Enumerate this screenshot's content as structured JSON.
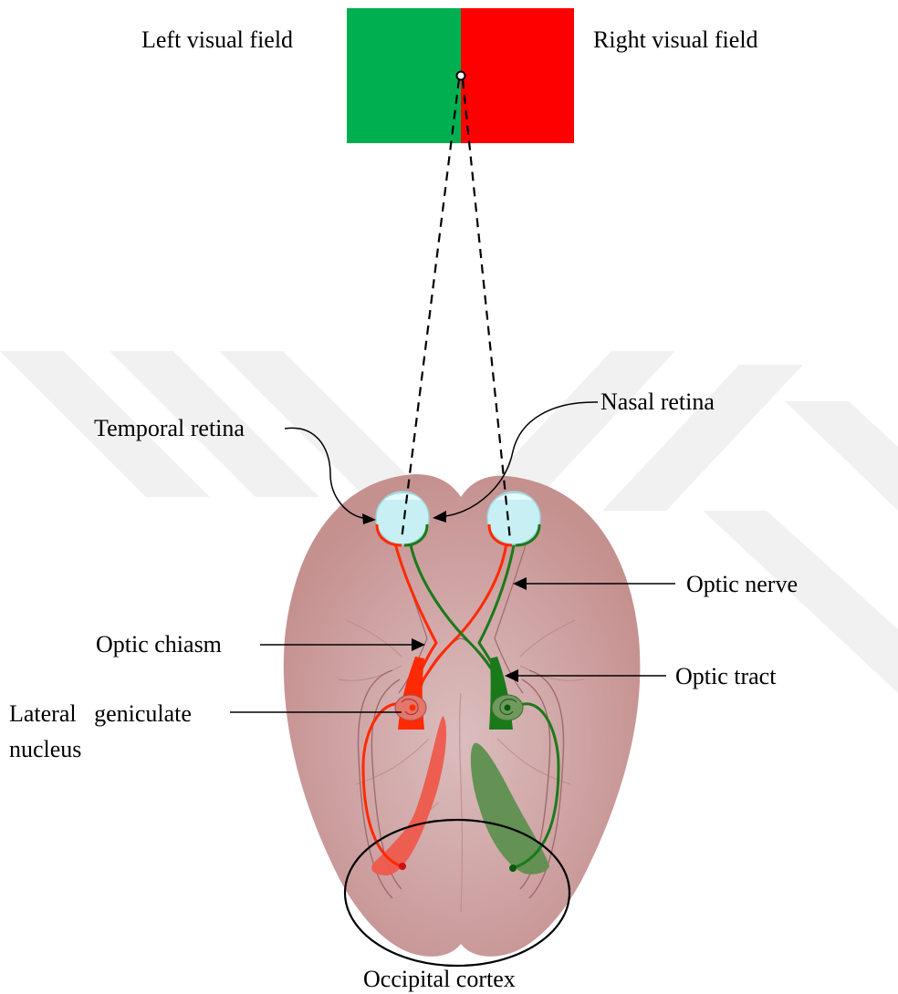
{
  "labels": {
    "left_visual_field": "Left visual field",
    "right_visual_field": "Right visual field",
    "temporal_retina": "Temporal retina",
    "nasal_retina": "Nasal retina",
    "optic_nerve": "Optic nerve",
    "optic_chiasm": "Optic chiasm",
    "optic_tract": "Optic tract",
    "lateral_geniculate_line1": "Lateral   geniculate",
    "lateral_geniculate_line2": "nucleus",
    "occipital_cortex": "Occipital cortex"
  },
  "colors": {
    "left_field": "#00b050",
    "right_field": "#ff0000",
    "brain": "#c99b9c",
    "brain_light": "#d9b5b6",
    "red_pathway": "#ff2a00",
    "green_pathway": "#1a7a1a",
    "red_cortex": "#ee5a4c",
    "green_cortex": "#5e8f4f",
    "eye": "#c8f0f4",
    "watermark": "#f0f0f0"
  }
}
